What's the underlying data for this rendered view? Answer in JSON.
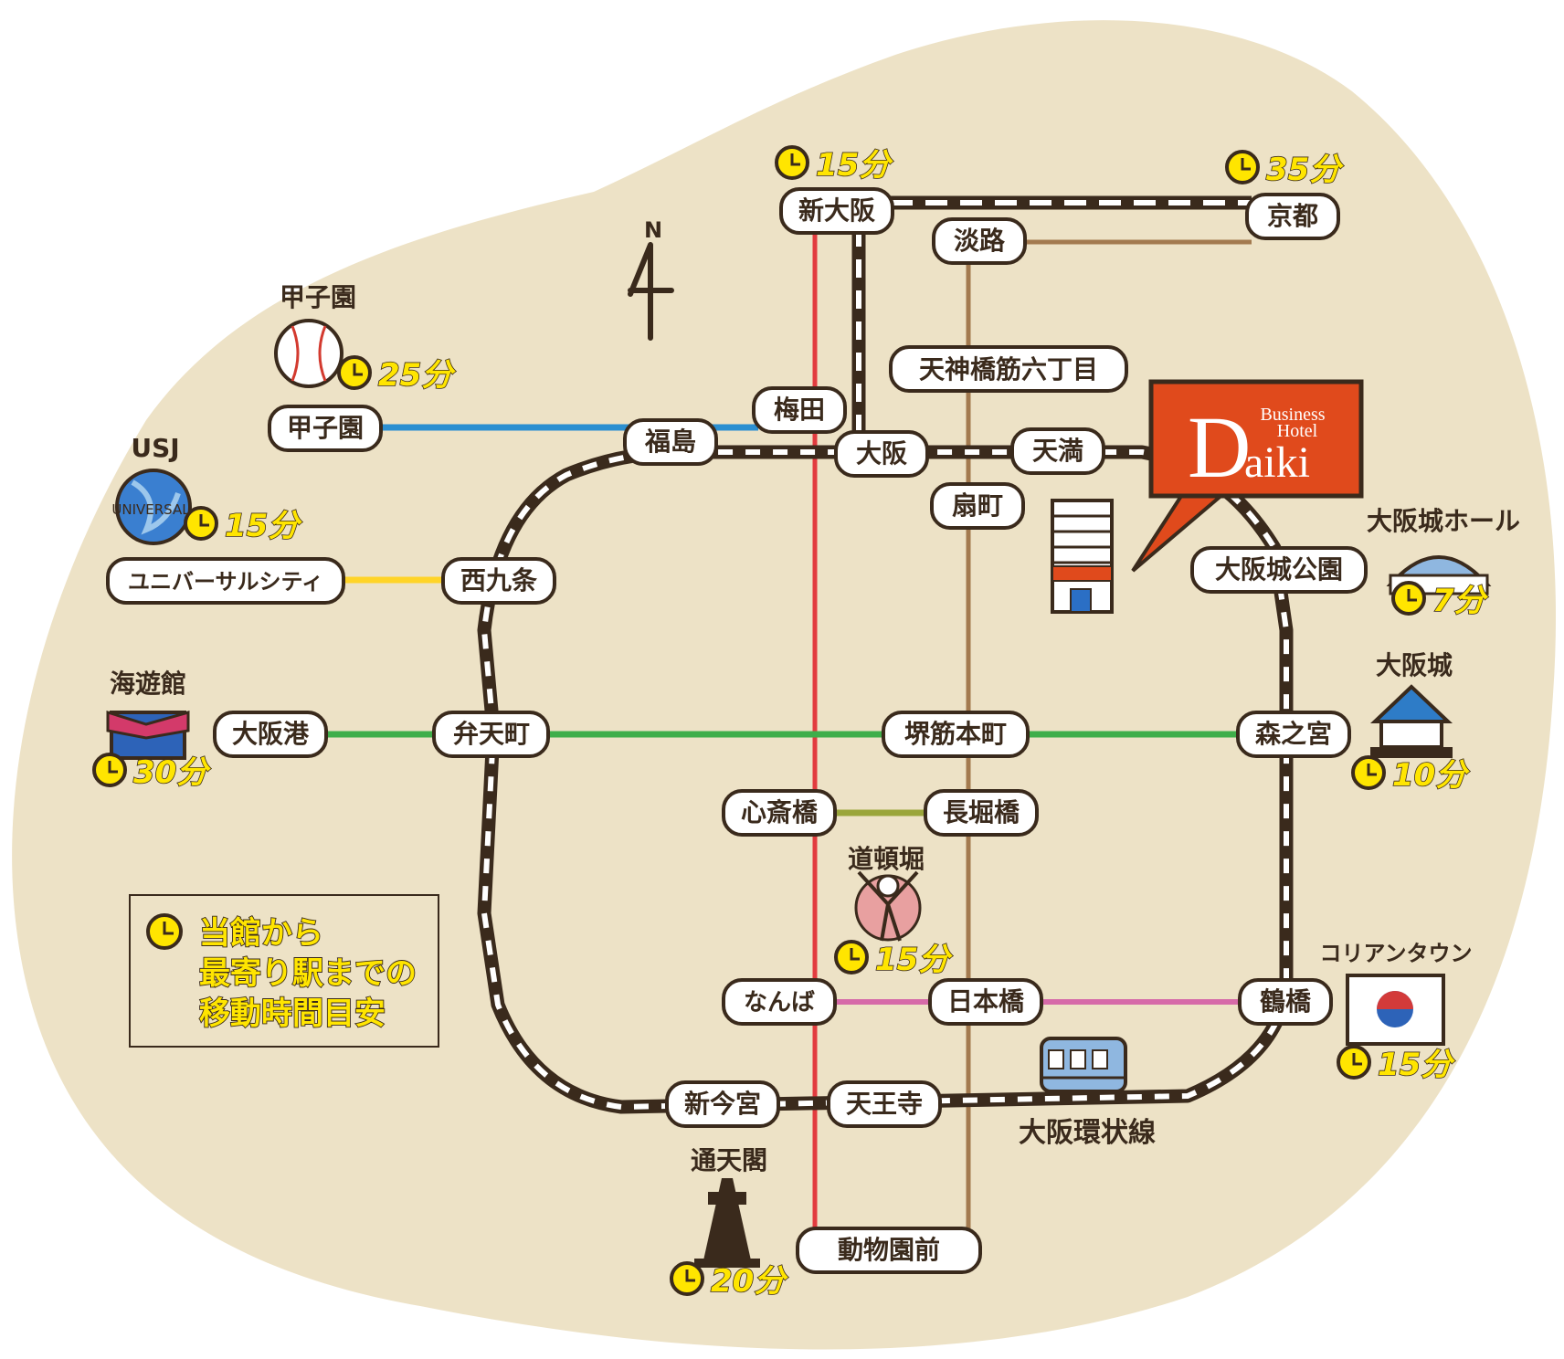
{
  "colors": {
    "land": "#ede2c6",
    "outline": "#3a2a1c",
    "loop": "#3a2a1c",
    "red_line": "#e23b3f",
    "brown_line": "#a37a4f",
    "blue_line": "#2b8fd1",
    "yellow_line": "#ffd428",
    "green_line": "#3fae4a",
    "olive_line": "#9aa53a",
    "pink_line": "#d66aa8",
    "hotel_red": "#e04a1c",
    "clock_yellow": "#ffe500"
  },
  "compass": {
    "label": "N"
  },
  "hotel": {
    "line1": "Business",
    "line2": "Hotel",
    "letter": "D",
    "rest": "aiki"
  },
  "loop_name": "大阪環状線",
  "legend": {
    "line1": "当館から",
    "line2": "最寄り駅までの",
    "line3": "移動時間目安"
  },
  "stations": {
    "shin_osaka": "新大阪",
    "awaji": "淡路",
    "kyoto": "京都",
    "tenjin6": "天神橋筋六丁目",
    "umeda": "梅田",
    "fukushima": "福島",
    "osaka": "大阪",
    "tenma": "天満",
    "ogimachi": "扇町",
    "koshien": "甲子園",
    "universal": "ユニバーサルシティ",
    "nishikujo": "西九条",
    "osakajokoen": "大阪城公園",
    "osakako": "大阪港",
    "bentencho": "弁天町",
    "sakaisuji": "堺筋本町",
    "morinomiya": "森之宮",
    "shinsaibashi": "心斎橋",
    "nagahoribashi": "長堀橋",
    "namba": "なんば",
    "nipponbashi": "日本橋",
    "tsuruhashi": "鶴橋",
    "shinimamiya": "新今宮",
    "tennoji": "天王寺",
    "dobutsuenmae": "動物園前"
  },
  "destinations": {
    "koshien": "甲子園",
    "usj": "USJ",
    "universal_globe": "UNIVERSAL",
    "kaiyukan": "海遊館",
    "osakajo_hall": "大阪城ホール",
    "osakajo": "大阪城",
    "dotonbori": "道頓堀",
    "korea_town": "コリアンタウン",
    "tsutenkaku": "通天閣"
  },
  "times": {
    "shin_osaka": "15分",
    "kyoto": "35分",
    "koshien": "25分",
    "usj": "15分",
    "kaiyukan": "30分",
    "osakajo_hall": "7分",
    "osakajo": "10分",
    "dotonbori": "15分",
    "korea_town": "15分",
    "tsutenkaku": "20分"
  }
}
